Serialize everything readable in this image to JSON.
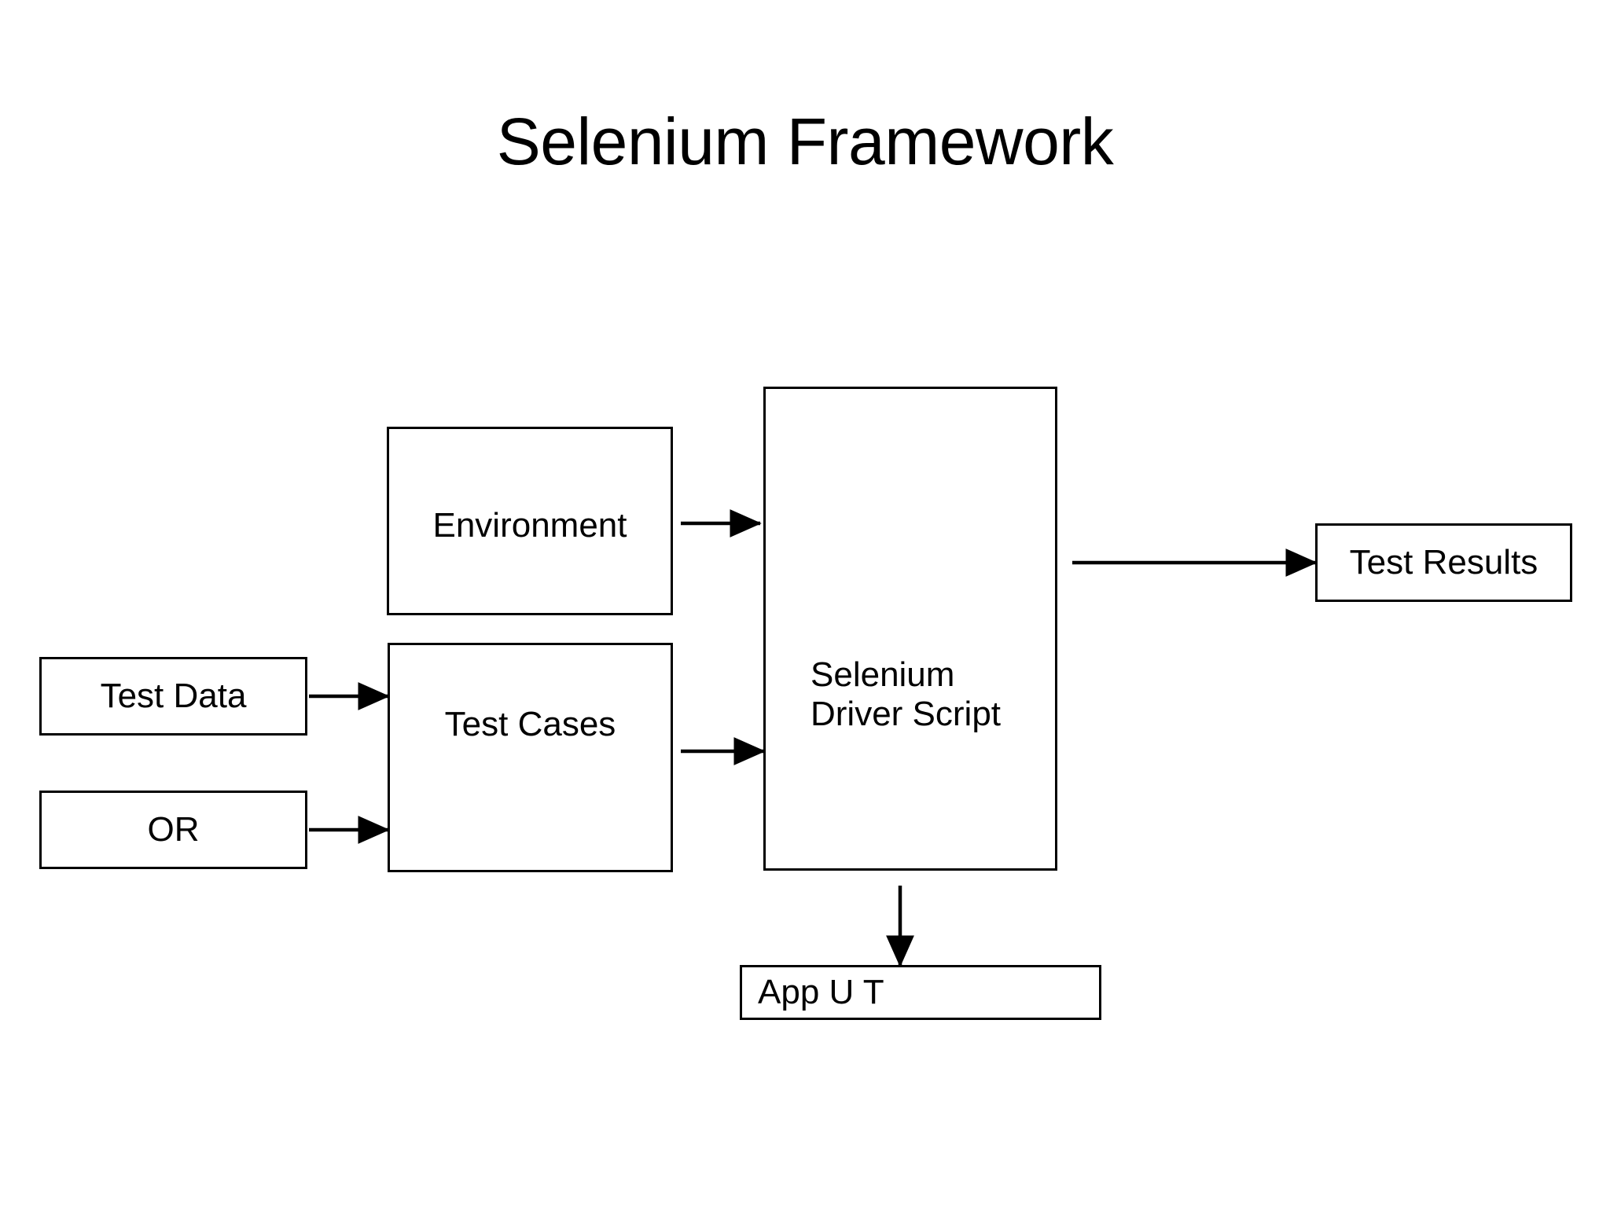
{
  "title": "Selenium Framework",
  "diagram": {
    "type": "flowchart",
    "background": "#ffffff",
    "stroke": "#000000",
    "text_color": "#000000",
    "nodes": [
      {
        "id": "environment",
        "label": "Environment"
      },
      {
        "id": "test_cases",
        "label": "Test Cases"
      },
      {
        "id": "driver_script",
        "label": "Selenium\nDriver Script"
      },
      {
        "id": "test_data",
        "label": "Test Data"
      },
      {
        "id": "or",
        "label": "OR"
      },
      {
        "id": "test_results",
        "label": "Test Results"
      },
      {
        "id": "app_ut",
        "label": "App U T"
      }
    ],
    "edges": [
      {
        "from": "environment",
        "to": "driver_script",
        "direction": "right"
      },
      {
        "from": "test_cases",
        "to": "driver_script",
        "direction": "right"
      },
      {
        "from": "test_data",
        "to": "test_cases",
        "direction": "right"
      },
      {
        "from": "or",
        "to": "test_cases",
        "direction": "right"
      },
      {
        "from": "driver_script",
        "to": "test_results",
        "direction": "right"
      },
      {
        "from": "driver_script",
        "to": "app_ut",
        "direction": "down"
      }
    ]
  }
}
